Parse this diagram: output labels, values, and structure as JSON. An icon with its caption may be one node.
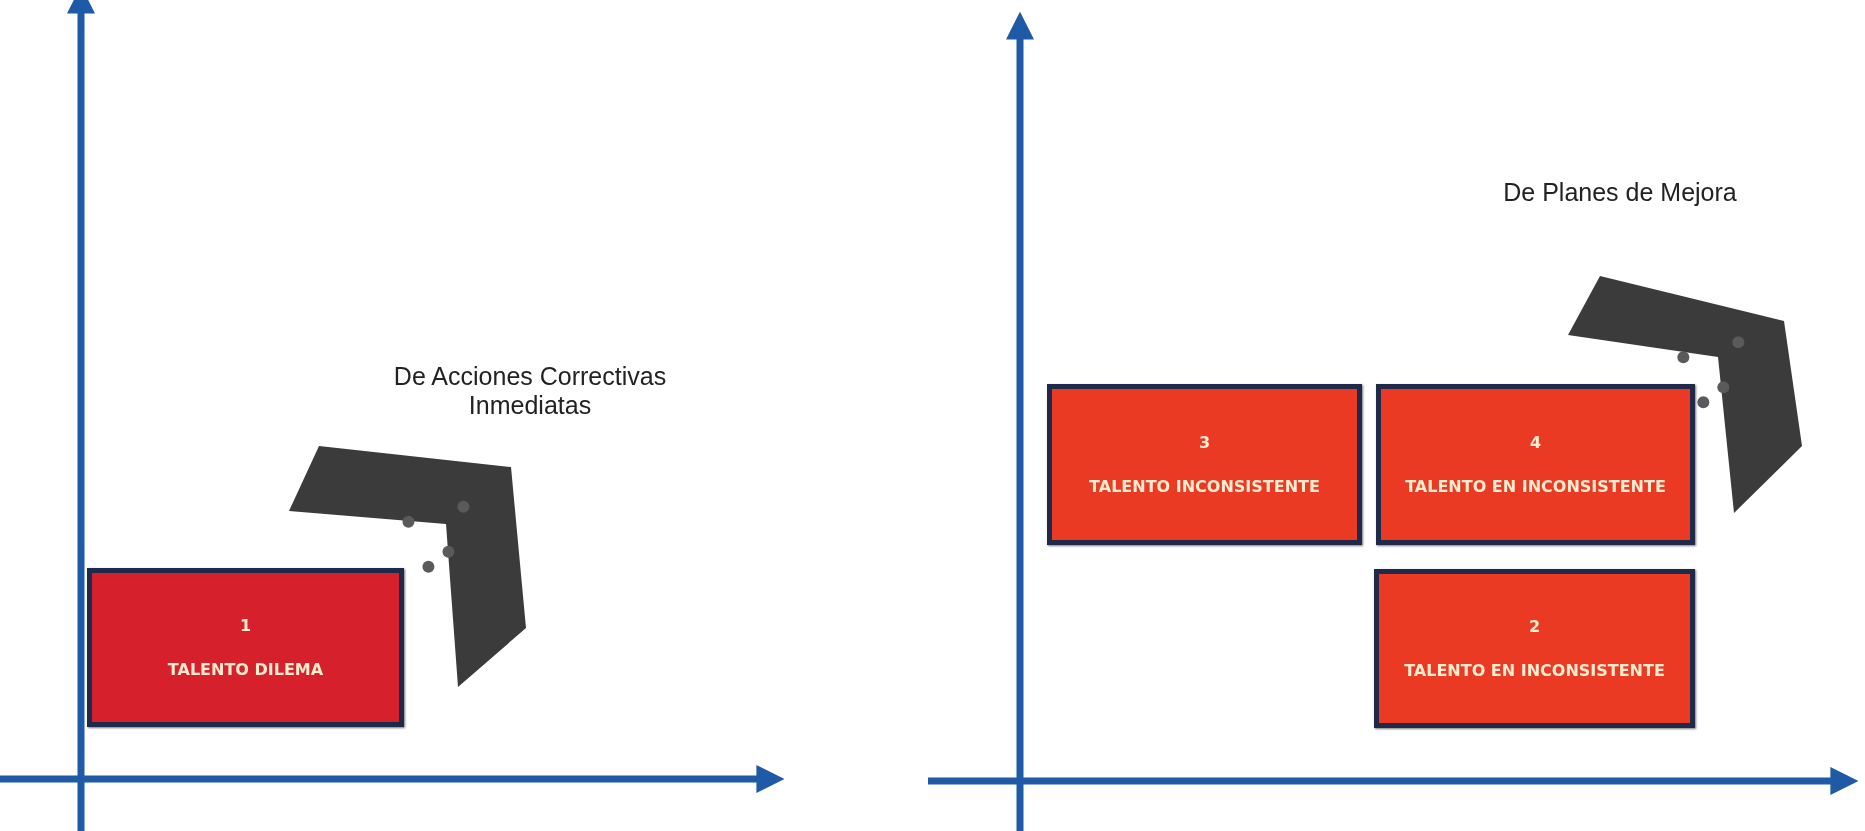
{
  "diagram": {
    "nodes": [
      {
        "text": [
          "1",
          "TALENTO DILEMA"
        ]
      },
      {
        "text": [
          "3",
          "TALENTO INCONSISTENTE"
        ]
      },
      {
        "text": [
          "4",
          "TALENTO EN INCONSISTENTE"
        ]
      },
      {
        "text": [
          "2",
          "TALENTO EN INCONSISTENTE"
        ]
      }
    ],
    "edges": [],
    "labels": [
      "De Acciones Correctivas Inmediatas",
      "De Planes de Mejora"
    ]
  }
}
